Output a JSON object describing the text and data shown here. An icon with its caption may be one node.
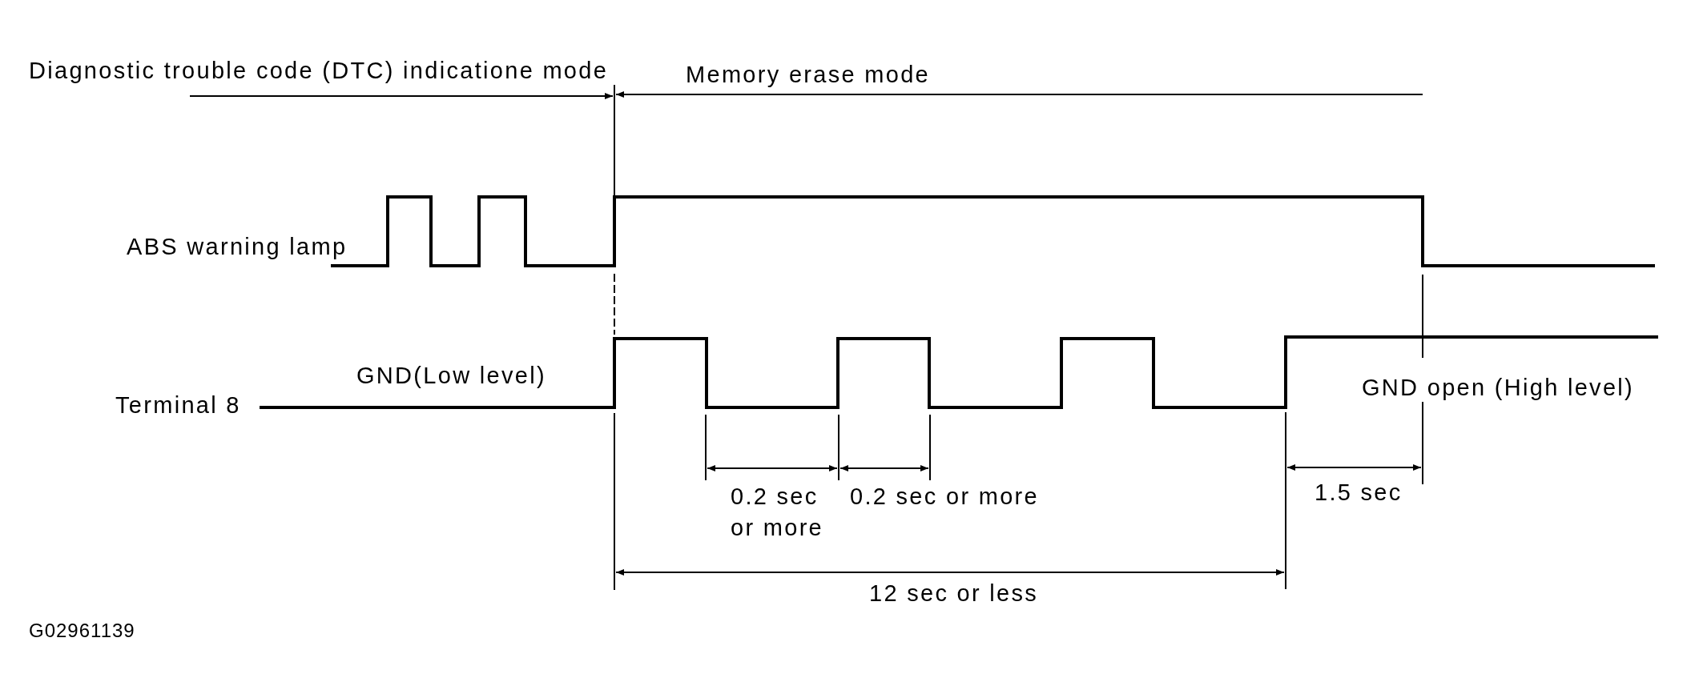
{
  "diagram": {
    "labels": [
      "Diagnostic trouble code (DTC) indicatione mode",
      "Memory erase mode",
      "ABS warning lamp",
      "GND(Low level)",
      "Terminal 8",
      "GND open (High level)",
      "0.2 sec or more",
      "0.2 sec or more",
      "1.5 sec",
      "12 sec or less",
      "G02961139"
    ]
  }
}
